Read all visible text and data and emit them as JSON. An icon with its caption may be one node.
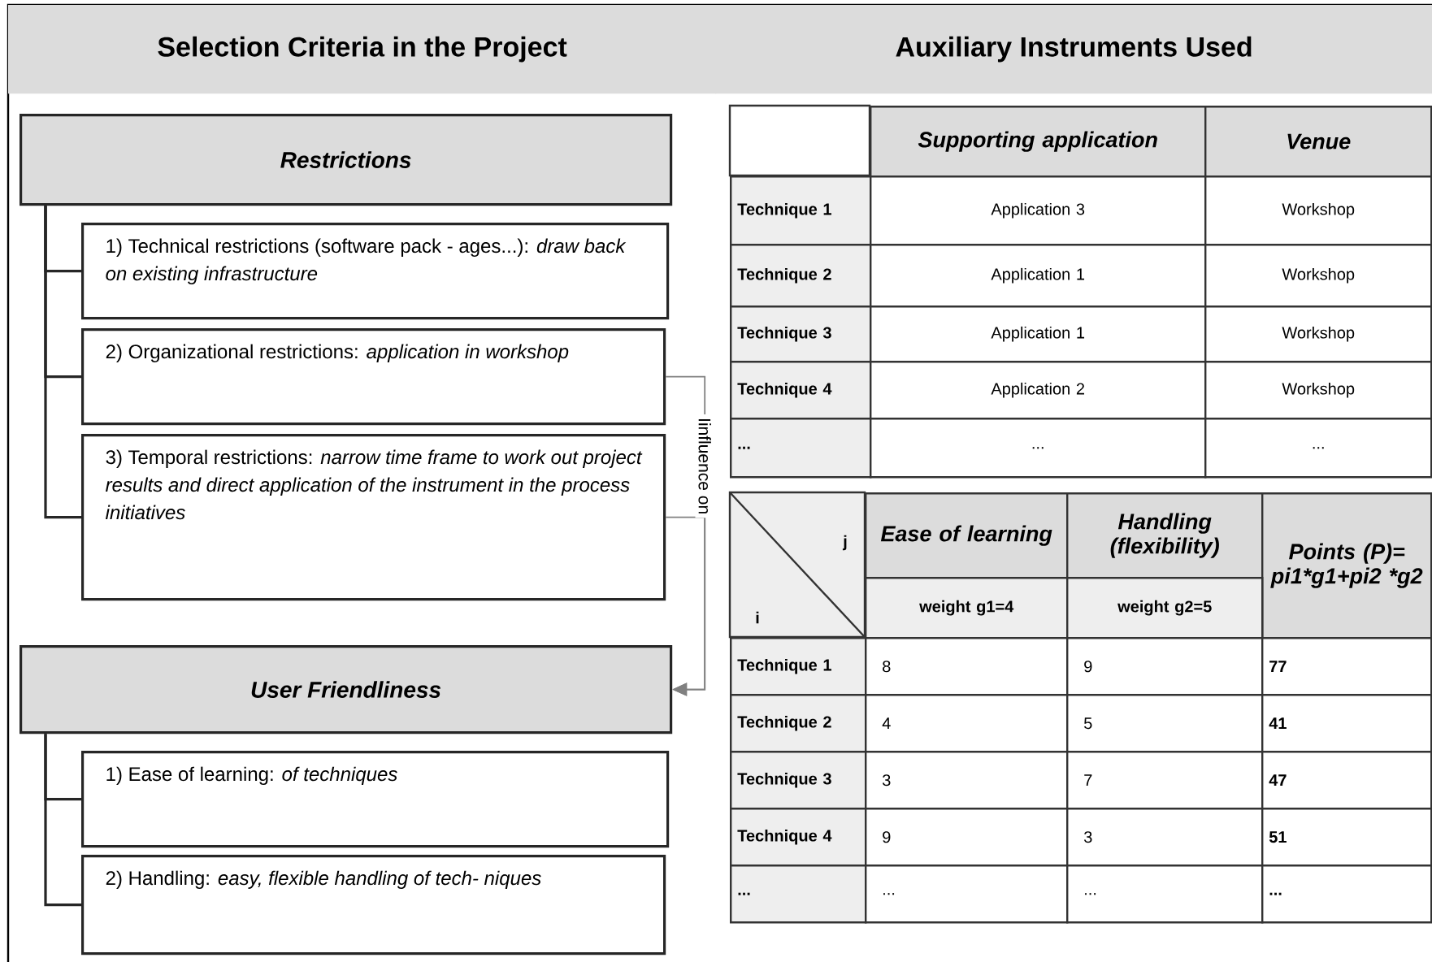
{
  "diagram": {
    "nodes": [
      {
        "text": [
          "Selection Criteria in the Project"
        ]
      },
      {
        "text": [
          "Auxiliary Instruments Used"
        ]
      },
      {
        "text": [
          "Restrictions"
        ]
      },
      {
        "text": [
          "1) Technical restrictions (software pack - ages...): *draw back on existing infrastructure*"
        ]
      },
      {
        "text": [
          "2) Organizational restrictions: *application in workshop*"
        ]
      },
      {
        "text": [
          "3) Temporal restrictions: *narrow time frame to work out project results and direct application of the instrument in the process initiatives*"
        ]
      },
      {
        "text": [
          "User Friendliness"
        ]
      },
      {
        "text": [
          "1) Ease of learning: *of techniques*"
        ]
      },
      {
        "text": [
          "2) Handling: *easy, flexible handling of tech- niques*"
        ]
      }
    ],
    "edges": [
      {
        "from": 2,
        "to": 3,
        "arrow": "none"
      },
      {
        "from": 2,
        "to": 4,
        "arrow": "none"
      },
      {
        "from": 2,
        "to": 5,
        "arrow": "none"
      },
      {
        "from": 4,
        "to": 6,
        "arrow": "to",
        "color": "#808080",
        "label": "Iinfluence on"
      },
      {
        "from": 5,
        "to": 6,
        "arrow": "to",
        "color": "#808080"
      },
      {
        "from": 6,
        "to": 7,
        "arrow": "none"
      },
      {
        "from": 6,
        "to": 8,
        "arrow": "none"
      }
    ],
    "labels": [
      "Supporting application",
      "Venue",
      "Technique 1",
      "Application 3",
      "Workshop",
      "Technique 2",
      "Application 1",
      "Workshop",
      "Technique 3",
      "Application 1",
      "Workshop",
      "Technique 4",
      "Application 2",
      "Workshop",
      "...",
      "...",
      "...",
      "j",
      "Ease of learning",
      "Handling (flexibility)",
      "Points (P)= pi1*g1+pi2 *g2",
      "i",
      "weight g1=4",
      "weight g2=5",
      "Technique 1",
      "8",
      "9",
      "77",
      "Technique 2",
      "4",
      "5",
      "41",
      "Technique 3",
      "3",
      "7",
      "47",
      "Technique 4",
      "9",
      "3",
      "51",
      "...",
      "...",
      "...",
      "..."
    ]
  }
}
